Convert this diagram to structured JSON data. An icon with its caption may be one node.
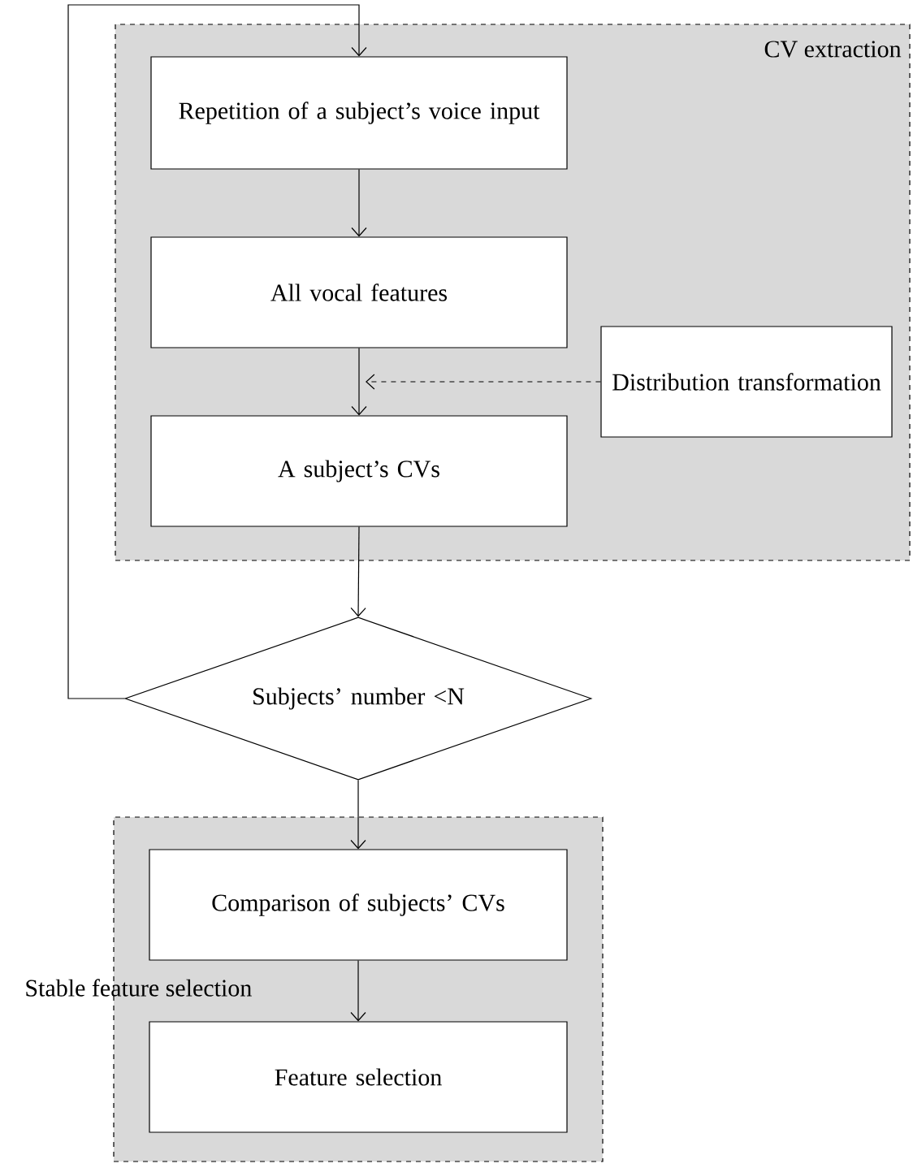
{
  "diagram": {
    "nodes": [
      {
        "text": [
          "CV extraction"
        ]
      },
      {
        "text": [
          "Repetition of a subject’s voice input"
        ],
        "in": 0
      },
      {
        "text": [
          "All vocal features"
        ],
        "in": 0
      },
      {
        "text": [
          "A subject’s CVs"
        ],
        "in": 0
      },
      {
        "text": [
          "Distribution transformation"
        ],
        "in": 0
      },
      {
        "text": [
          "Subjects’ number <N"
        ]
      },
      {
        "text": [
          "Stable feature selection"
        ]
      },
      {
        "text": [
          "Comparison of subjects’ CVs"
        ],
        "in": 6
      },
      {
        "text": [
          "Feature selection"
        ],
        "in": 6
      }
    ],
    "edges": [
      {
        "from": 1,
        "to": 2,
        "arrow": "to"
      },
      {
        "from": 2,
        "to": 3,
        "arrow": "to"
      },
      {
        "from": 4,
        "to": null,
        "arrow": "to",
        "style": "dashed"
      },
      {
        "from": 3,
        "to": 5,
        "arrow": "to"
      },
      {
        "from": 5,
        "to": 1,
        "arrow": "to"
      },
      {
        "from": 5,
        "to": 7,
        "arrow": "to"
      },
      {
        "from": 7,
        "to": 8,
        "arrow": "to"
      }
    ]
  }
}
